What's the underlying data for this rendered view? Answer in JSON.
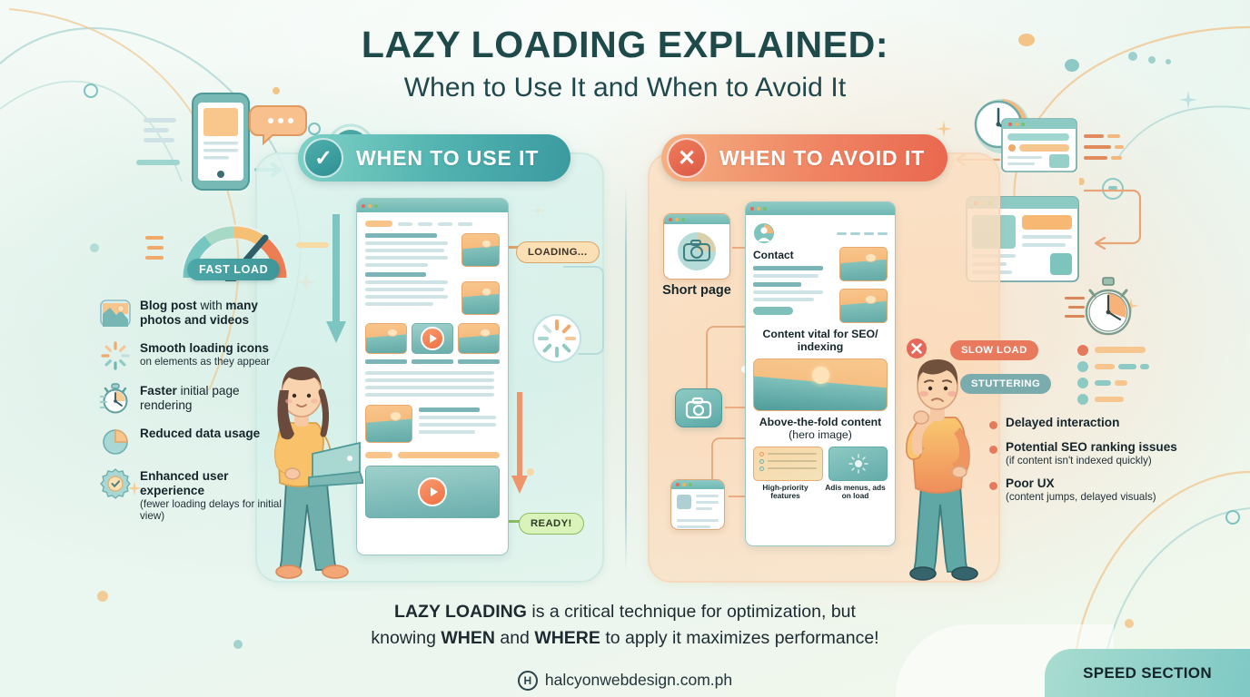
{
  "title": {
    "main": "LAZY LOADING EXPLAINED:",
    "sub": "When to Use It and When to Avoid It"
  },
  "colors": {
    "teal_dark": "#1f4a4a",
    "teal_accent": "#52b3b0",
    "orange_accent": "#e9674e",
    "panel_left_bg": "#ddf3ee",
    "panel_right_bg": "#fce1c4",
    "bullet_dot": "#e4795c"
  },
  "panels": {
    "use": {
      "header_label": "WHEN TO USE IT",
      "header_icon": "check-icon",
      "gauge_label": "FAST LOAD",
      "pills": [
        {
          "id": "loading",
          "label": "LOADING..."
        },
        {
          "id": "ready",
          "label": "READY!"
        }
      ],
      "bullets": [
        {
          "icon": "image-icon",
          "parts": [
            {
              "text": "Blog post",
              "bold": true
            },
            {
              "text": " with ",
              "bold": false
            },
            {
              "text": "many photos and videos",
              "bold": true
            }
          ],
          "sub": ""
        },
        {
          "icon": "spinner-icon",
          "parts": [
            {
              "text": "Smooth loading icons",
              "bold": true
            }
          ],
          "sub": "on elements as they appear"
        },
        {
          "icon": "stopwatch-icon",
          "parts": [
            {
              "text": "Faster",
              "bold": true
            },
            {
              "text": " initial page rendering",
              "bold": false
            }
          ],
          "sub": ""
        },
        {
          "icon": "pie-chart-icon",
          "parts": [
            {
              "text": "Reduced data usage",
              "bold": true
            }
          ],
          "sub": ""
        },
        {
          "icon": "gear-check-icon",
          "parts": [
            {
              "text": "Enhanced user experience",
              "bold": true
            }
          ],
          "sub": "(fewer loading delays for initial view)"
        }
      ]
    },
    "avoid": {
      "header_label": "WHEN TO AVOID IT",
      "header_icon": "x-icon",
      "node_labels": [
        {
          "id": "short-page",
          "label": "Short page",
          "icon": "camera-browser-icon"
        },
        {
          "id": "camera-node",
          "label": "",
          "icon": "camera-icon"
        },
        {
          "id": "article-node",
          "label": "",
          "icon": "article-browser-icon"
        }
      ],
      "mock": {
        "menu_title": "Contact",
        "caption_1": {
          "bold": "Content vital for SEO/ indexing",
          "regular": ""
        },
        "caption_2": {
          "bold": "Above-the-fold content",
          "regular": " (hero image)"
        },
        "tile_labels": [
          "High-priority features",
          "Adis menus, ads on load"
        ]
      },
      "pills": [
        {
          "id": "slow-load",
          "label": "SLOW LOAD"
        },
        {
          "id": "stuttering",
          "label": "STUTTERING"
        }
      ],
      "bullets": [
        {
          "title": "Delayed interaction",
          "sub": ""
        },
        {
          "title": "Potential SEO ranking issues",
          "sub": "(if content isn't indexed quickly)"
        },
        {
          "title": "Poor UX",
          "sub": "(content jumps, delayed visuals)"
        }
      ]
    }
  },
  "footer": {
    "line1_parts": [
      {
        "text": "LAZY LOADING",
        "bold": true
      },
      {
        "text": " is a critical technique for optimization, but",
        "bold": false
      }
    ],
    "line2_parts": [
      {
        "text": "knowing ",
        "bold": false
      },
      {
        "text": "WHEN",
        "bold": true
      },
      {
        "text": " and ",
        "bold": false
      },
      {
        "text": "WHERE",
        "bold": true
      },
      {
        "text": " to apply it maximizes performance!",
        "bold": false
      }
    ],
    "site": "halcyonwebdesign.com.ph",
    "site_logo": "H",
    "speed_section": "SPEED SECTION"
  }
}
